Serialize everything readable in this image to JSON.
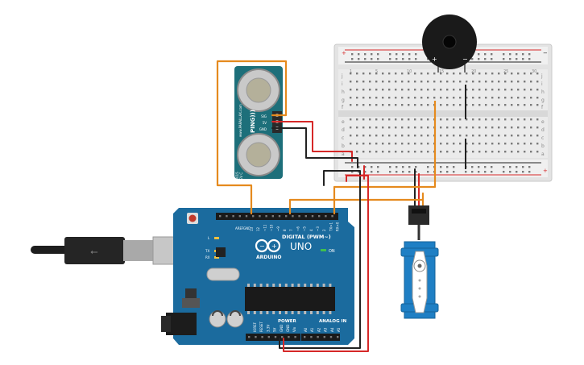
{
  "arduino": {
    "model_label": "UNO",
    "brand_label": "ARDUINO",
    "digital_label": "DIGITAL (PWM~)",
    "power_label": "POWER",
    "analog_label": "ANALOG IN",
    "on_label": "ON",
    "tx_label": "TX",
    "rx_label": "RX",
    "l_label": "L",
    "aref_label": "AREF",
    "gnd_label": "GND",
    "digital_pins": [
      "13",
      "12",
      "~11",
      "~10",
      "~9",
      "8",
      "7",
      "~6",
      "~5",
      "4",
      "~3",
      "2",
      "TX>1",
      "RX<0"
    ],
    "power_pins": [
      "IOREF",
      "RESET",
      "3.3V",
      "5V",
      "GND",
      "GND",
      "Vin"
    ],
    "analog_pins": [
      "A0",
      "A1",
      "A2",
      "A3",
      "A4",
      "A5"
    ]
  },
  "sensor": {
    "name": "PING)))",
    "url": "www.PARALLAX.com",
    "pin_labels": [
      "SIG",
      "5V",
      "GND"
    ],
    "part_no": "28015",
    "rev": "REV C"
  },
  "breadboard": {
    "rail_plus": "+",
    "rail_minus": "−",
    "row_letters_top": [
      "j",
      "i",
      "h",
      "g",
      "f"
    ],
    "row_letters_bottom": [
      "e",
      "d",
      "c",
      "b",
      "a"
    ],
    "col_numbers": [
      "1",
      "5",
      "10",
      "15",
      "20",
      "25",
      "30"
    ]
  },
  "buzzer": {
    "plus_label": "+",
    "minus_label": "−"
  },
  "colors": {
    "board_blue": "#1b6b9e",
    "wire_orange": "#e58a1e",
    "wire_red": "#d62828",
    "wire_black": "#222222",
    "servo_blue": "#1f7fc4",
    "sensor_teal": "#1d6f7a",
    "breadboard": "#e6e6e6"
  }
}
